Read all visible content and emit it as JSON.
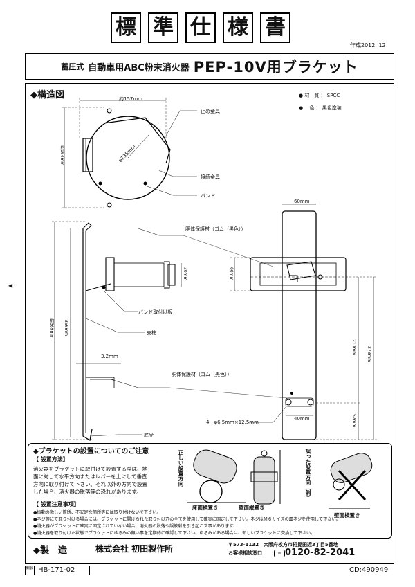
{
  "header": {
    "title_chars": [
      "標",
      "準",
      "仕",
      "様",
      "書"
    ],
    "date": "作成2012. 12",
    "subtitle_prefix": "蓄圧式",
    "subtitle_main": "自動車用ABC粉末消火器",
    "subtitle_big": "PEP-10V用ブラケット"
  },
  "structure": {
    "title": "◆構造図",
    "spec_material_label": "● 材　質 ：",
    "spec_material_value": "SPCC",
    "spec_color_label": "●　 色 ：",
    "spec_color_value": "黒色塗装",
    "labels": {
      "width_157": "約157mm",
      "height_164": "約164mm",
      "diameter": "φ135mm",
      "stop_fitting": "止め金具",
      "connector": "接続金具",
      "band": "バンド",
      "rubber1": "胴体保護材（ゴム（黒色））",
      "band_plate": "バンド取付け板",
      "post": "支柱",
      "dim_32": "3.2mm",
      "rubber2": "胴体保護材（ゴム（黒色））",
      "base": "底受",
      "dim_369": "約369mm",
      "dim_356": "356mm",
      "dim_30": "30mm",
      "dim_60w": "60mm",
      "dim_60h": "60mm",
      "dim_210": "210mm",
      "dim_278": "278mm",
      "dim_57": "57mm",
      "dim_40": "40mm",
      "holes": "4－φ6.5mm×12.5mm"
    }
  },
  "install": {
    "title": "◆ブラケットの設置についてのご注意",
    "method_head": "【 設置方法】",
    "method_lines": [
      "消火器をブラケットに取付けて設置する際は、地",
      "面に対して水平方向またはレバーを上にして垂直",
      "方向に取り付けて下さい。それ以外の方向で設置",
      "した場合、消火器の脱落等の恐れがあります。"
    ],
    "notes_head": "【 設置注意事項】",
    "notes": [
      "●振動の激しい箇所、不安定な箇所等には取り付けないで下さい。",
      "●ネジ等にて取り付ける場合には、ブラケットに開けられた取り付け穴の全てを使用して確実に固定して下さい。ネジはＭ６サイズの皿ネジを使用して下さい。",
      "●消火器がブラケットに確実に固定されていない場合、消火器の脱落や誤放射を引き起こす事があります。",
      "●消火器を取り付けた状態でブラケットにゆるみの無い事を定期的に確認して下さい。ゆるみがある場合は、新しいブラケットに交換して下さい。"
    ],
    "correct_label": "正しい設置方向",
    "wrong_label": "誤った設置方向（例）",
    "cap_floor": "床面横置き",
    "cap_wall_v": "壁面縦置き",
    "cap_wall_h": "壁面横置き"
  },
  "manufacturer": {
    "label": "◆製　造",
    "company": "株式会社 初田製作所",
    "address": "〒573-1132　大阪府枚方市招提田近3丁目5番地",
    "contact": "お客様相談窓口",
    "phone": "0120-82-2041",
    "phone_icon": "free-dial-icon"
  },
  "footer": {
    "kind": "鋼製",
    "code": "HB-171-02",
    "cd": "CD:490949"
  }
}
